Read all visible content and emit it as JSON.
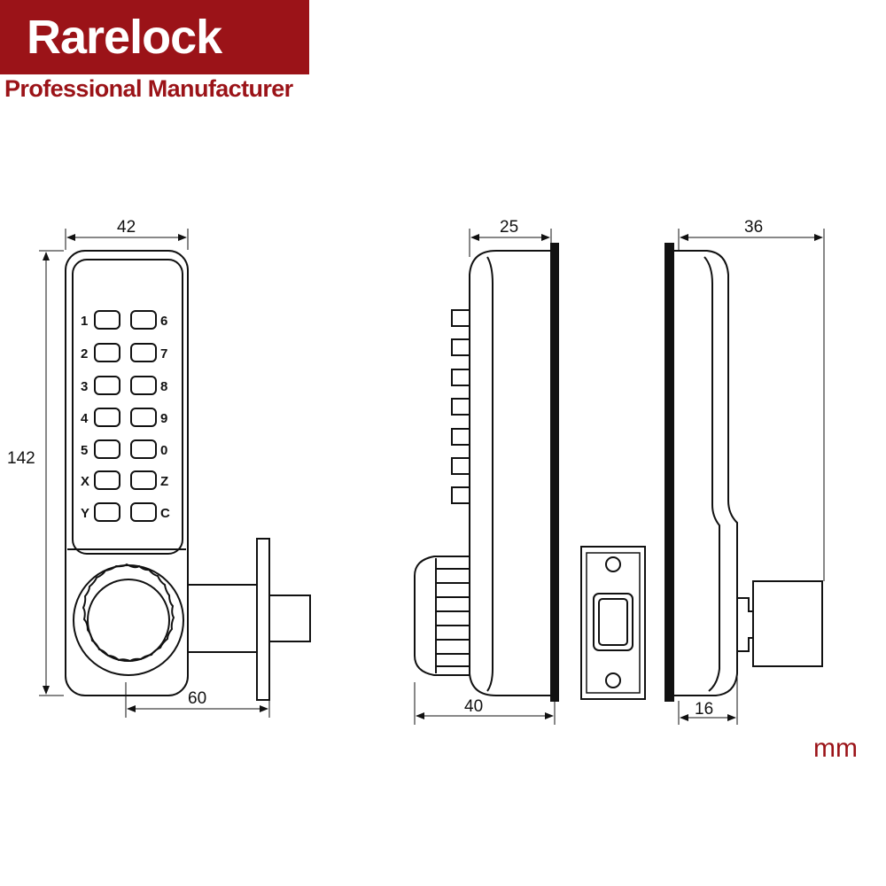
{
  "brand": {
    "name": "Rarelock",
    "tagline": "Professional Manufacturer",
    "color": "#9b1318"
  },
  "unit": "mm",
  "dimensions": {
    "front_width": "42",
    "front_height": "142",
    "backset": "60",
    "side_depth": "25",
    "side_depth_knob": "40",
    "back_depth": "36",
    "back_bolt": "16"
  },
  "keypad": {
    "left_keys": [
      "1",
      "2",
      "3",
      "4",
      "5",
      "X",
      "Y"
    ],
    "right_keys": [
      "6",
      "7",
      "8",
      "9",
      "0",
      "Z",
      "C"
    ]
  }
}
